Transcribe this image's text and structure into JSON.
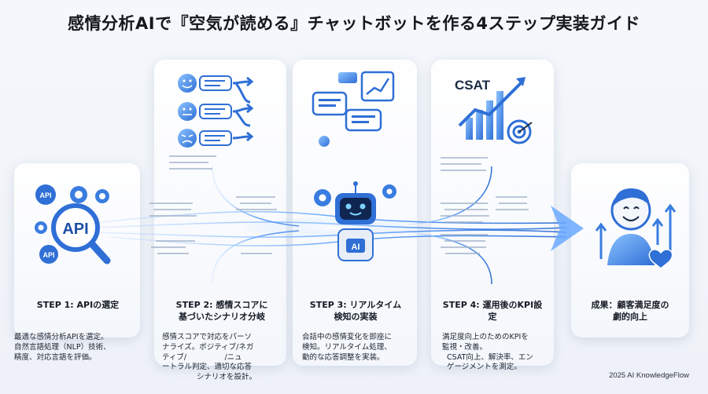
{
  "title": "感情分析AIで『空気が読める』チャットボットを作る4ステップ実装ガイド",
  "steps": [
    {
      "title": "STEP 1: APIの選定",
      "desc": [
        "最適な感情分析APIを選定。",
        "自然言語処理（NLP）技術、",
        "精度、対応言語を評価。"
      ],
      "icon_label": "API"
    },
    {
      "title": [
        "STEP 2: 感情スコアに",
        "基づいたシナリオ分岐"
      ],
      "desc": [
        "感情スコアで対応をパーソ",
        "ナライズ。ポジティブ/ネガ",
        "ティブ/                /ニュ",
        "ートラル判定、適切な応答",
        "シナリオを設計。"
      ]
    },
    {
      "title": [
        "STEP 3: リアルタイム",
        "検知の実装"
      ],
      "desc": [
        "会話中の感情変化を即座に",
        "検知。リアルタイム処理、",
        "動的な応答調整を実装。"
      ],
      "icon_label": "AI"
    },
    {
      "title": [
        "STEP 4: 運用後のKPI設",
        "定"
      ],
      "desc": [
        "満足度向上のためのKPIを",
        "監視・改善。",
        "CSAT向上、解決率、エン",
        "ゲージメントを測定。"
      ],
      "icon_label": "CSAT"
    },
    {
      "title": [
        "成果：顧客満足度の",
        "劇的向上"
      ]
    }
  ],
  "footer": "2025 AI KnowledgeFlow",
  "colors": {
    "accent": "#2f6fd6",
    "accent_light": "#7fb3ff",
    "bg": "#f2f5fa"
  }
}
